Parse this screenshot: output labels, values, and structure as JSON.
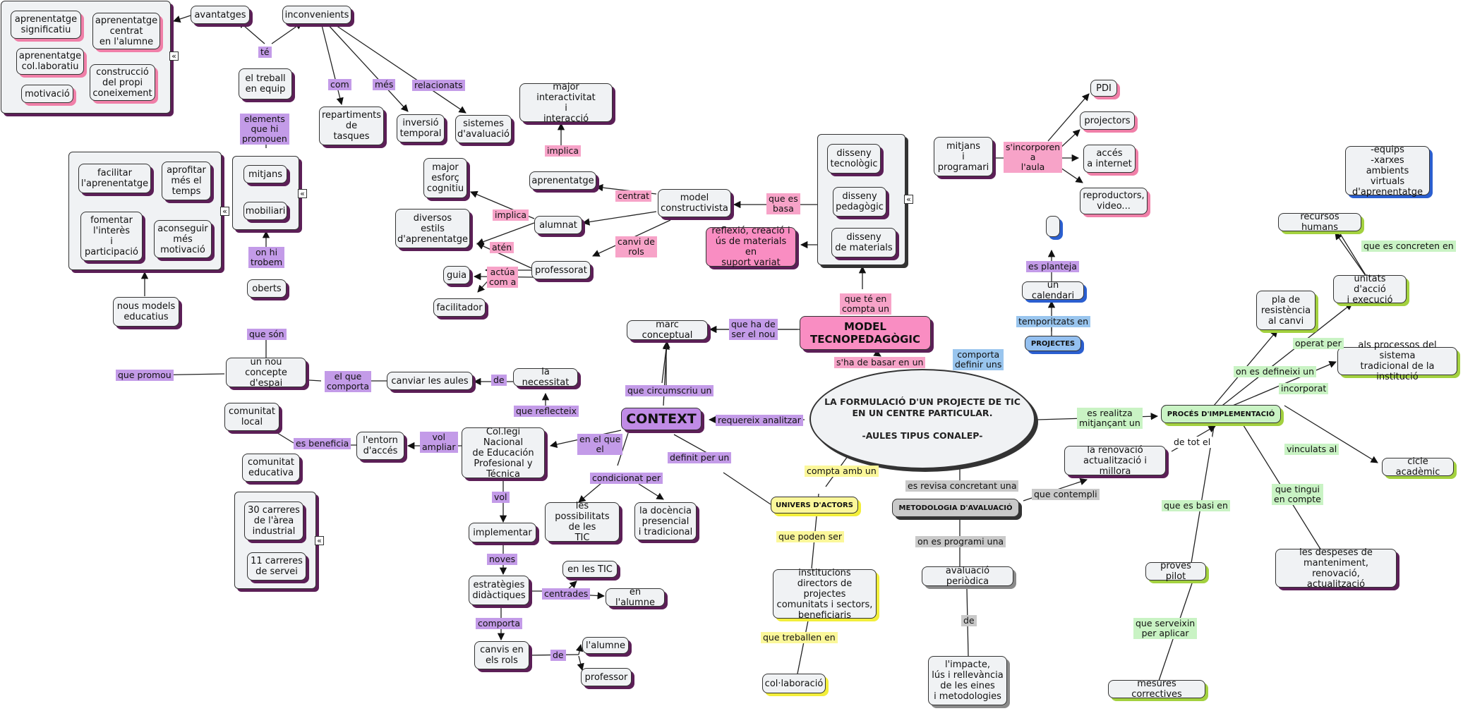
{
  "central": "LA FORMULACIÓ D'UN PROJECTE DE TIC\nEN UN CENTRE PARTICULAR.\n\n-AULES TIPUS CONALEP-",
  "nodes": {
    "context": "CONTEXT",
    "model": "MODEL\nTECNOPEDAGÒGIC",
    "projectes": "PROJECTES",
    "proces": "PROCÉS D'IMPLEMENTACIÓ",
    "metodologia": "METODOLOGIA D'AVALUACIÓ",
    "univers": "UNIVERS D'ACTORS",
    "marc": "marc conceptual",
    "necessitat": "la necessitat",
    "canviar_aules": "canviar les aules",
    "nou_concepte": "un nou concepte\nd'espai",
    "nous_models": "nous models\neducatius",
    "oberts": "oberts",
    "treball_equip": "el treball\nen equip",
    "avantatges": "avantatges",
    "inconvenients": "inconvenients",
    "apr_signif": "aprenentatge\nsignificatiu",
    "apr_centrat": "aprenentatge\ncentrat\nen l'alumne",
    "apr_colab": "aprenentatge\ncol.laboratiu",
    "construccio": "construcció\ndel propi\nconeixement",
    "motivacio": "motivació",
    "repartiments": "repartiments\nde\ntasques",
    "inversio": "inversió\ntemporal",
    "sistemes_aval": "sistemes\nd'avaluació",
    "mitjans_g": "mitjans",
    "mobiliari": "mobiliari",
    "facilitar": "facilitar\nl'aprenentatge",
    "aprofitar": "aprofitar\nmés el\ntemps",
    "fomentar": "fomentar\nl'interès\ni\nparticipació",
    "aconseguir": "aconseguir\nmés\nmotivació",
    "entorn": "l'entorn\nd'accés",
    "com_local": "comunitat\nlocal",
    "com_educ": "comunitat\neducativa",
    "carreres30": "30 carreres\nde l'àrea\nindustrial",
    "carreres11": "11 carreres\nde servei",
    "colegi": "Col.legi Nacional\nde Educación\nProfesional y\nTécnica",
    "implementar": "implementar",
    "estrategies": "estratègies\ndidàctiques",
    "en_tic": "en les TIC",
    "en_alumne": "en l'alumne",
    "canvis_rols": "canvis en\nels rols",
    "alumne": "l'alumne",
    "professor": "professor",
    "possibilitats": "les possibilitats\nde les\nTIC",
    "docencia": "la docència\npresencial\ni tradicional",
    "model_const": "model\nconstructivista",
    "aprenentatge": "aprenentatge",
    "major_inter": "major interactivitat\ni\ninteracció",
    "alumnat": "alumnat",
    "major_esforc": "major\nesforç\ncognitiu",
    "diversos_estils": "diversos\nestils\nd'aprenentatge",
    "professorat": "professorat",
    "guia": "guia",
    "facilitador": "facilitador",
    "disseny_tec": "disseny\ntecnològic",
    "disseny_ped": "disseny\npedagògic",
    "disseny_mat": "disseny\nde materials",
    "reflexio": "reflexió, creació i\nús de materials en\nsuport variat",
    "mitjans_prog": "mitjans\ni\nprogramari",
    "pdi": "PDI",
    "projectors": "projectors",
    "acces_internet": "accés\na internet",
    "reproductors": "reproductors,\nvideo...",
    "calendari": "un calendari",
    "empty": "",
    "equips": "-equips\n-xarxes\nambients virtuals\nd'aprenentatge",
    "recursos": "recursos humans",
    "unitats": "unitats d'acció\ni execució",
    "pla": "pla de\nresistència\nal canvi",
    "processos": "als processos del sistema\ntradicional de la institució",
    "cicle": "cicle acadèmic",
    "renovacio": "la renovació\nactualització i millora",
    "proves": "proves pilot",
    "mesures": "mesures correctives",
    "despeses": "les despeses de\nmanteniment, renovació,\nactualització",
    "aval_periodica": "avaluació periòdica",
    "impacte": "l'impacte,\nlús i rellevància\nde les eines\ni metodologies",
    "institucions": "institucions\ndirectors de projectes\ncomunitats i sectors,\nbeneficiaris",
    "colaboracio": "col·laboració"
  },
  "labels": {
    "te": "té",
    "com": "com",
    "mes": "més",
    "relacionats": "relacionats",
    "elements": "elements\nque hi\npromouen",
    "on_hi_trobem": "on hi\ntrobem",
    "que_son": "que són",
    "el_que_comporta": "el que\ncomporta",
    "que_promou": "que promou",
    "de1": "de",
    "que_reflecteix": "que reflecteix",
    "que_circumscriu": "que circumscriu un",
    "que_ha_de_ser": "que ha de\nser el nou",
    "requereix": "requereix analitzar",
    "en_el_que": "en el que\nel",
    "vol_ampliar": "vol\nampliar",
    "es_beneficia": "es beneficia",
    "vol": "vol",
    "noves": "noves",
    "centrades": "centrades",
    "comporta": "comporta",
    "de2": "de",
    "condicionat": "condicionat per",
    "definit": "definit per un",
    "implica1": "implica",
    "centrat": "centrat",
    "implica2": "implica",
    "aten": "atén",
    "canvi_rols": "canvi de\nrols",
    "actua": "actúa\ncom a",
    "que_es_basa": "que es\nbasa",
    "sincorporen": "s'incorporen\na\nl'aula",
    "que_te_en_compta": "que té en\ncompta un",
    "shade_basar": "s'ha de basar en un",
    "comporta_definir": "comporta\ndefinir uns",
    "temporitzats": "temporitzats en",
    "es_planteja": "es planteja",
    "es_realitza": "es realitza\nmitjançant un",
    "que_es_concreten": "que es concreten en",
    "operat_per": "operat per",
    "on_es_defineixi": "on es defineixi un",
    "incorporat": "incorporat",
    "vinculats": "vinculats al",
    "de_tot_el": "de tot el",
    "que_tingui": "que tingui\nen compte",
    "que_es_basi": "que es basi en",
    "que_serveixin": "que serveixin\nper aplicar",
    "es_revisa": "es revisa concretant una",
    "que_contempli": "que contempli",
    "on_es_programi": "on es programi una",
    "de3": "de",
    "compta_amb": "compta amb un",
    "que_poden_ser": "que poden ser",
    "que_treballen": "que treballen en"
  },
  "colors": {
    "purple_shadow": "#5c1f57",
    "pink_node": "#f98dc2",
    "purple_node": "#c08be6",
    "green_node": "#c9f3c4",
    "yellow_node": "#fbf79a",
    "blue_node": "#94c0f0",
    "gray_node": "#c9c9c9"
  }
}
